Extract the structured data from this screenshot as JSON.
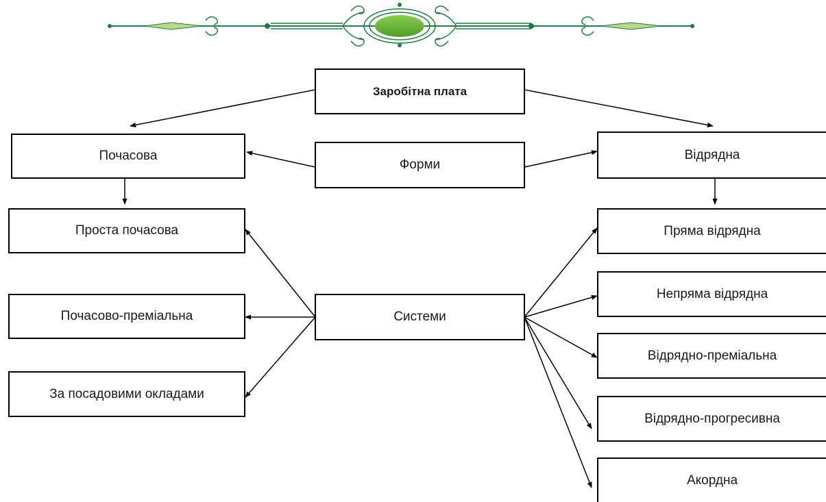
{
  "colors": {
    "ornament_green": "#5aa83a",
    "ornament_dark": "#1f7a44",
    "ornament_light": "#b8d98a",
    "line": "#000000"
  },
  "diagram": {
    "root": "Заробітна плата",
    "forms_node": "Форми",
    "systems_node": "Системи",
    "hourly": "Почасова",
    "piecework": "Відрядна",
    "hourly_systems": [
      "Проста почасова",
      "Почасово-преміальна",
      "За посадовими окладами"
    ],
    "piecework_systems": [
      "Пряма відрядна",
      "Непряма відрядна",
      "Відрядно-преміальна",
      "Відрядно-прогресивна",
      "Акордна"
    ]
  }
}
